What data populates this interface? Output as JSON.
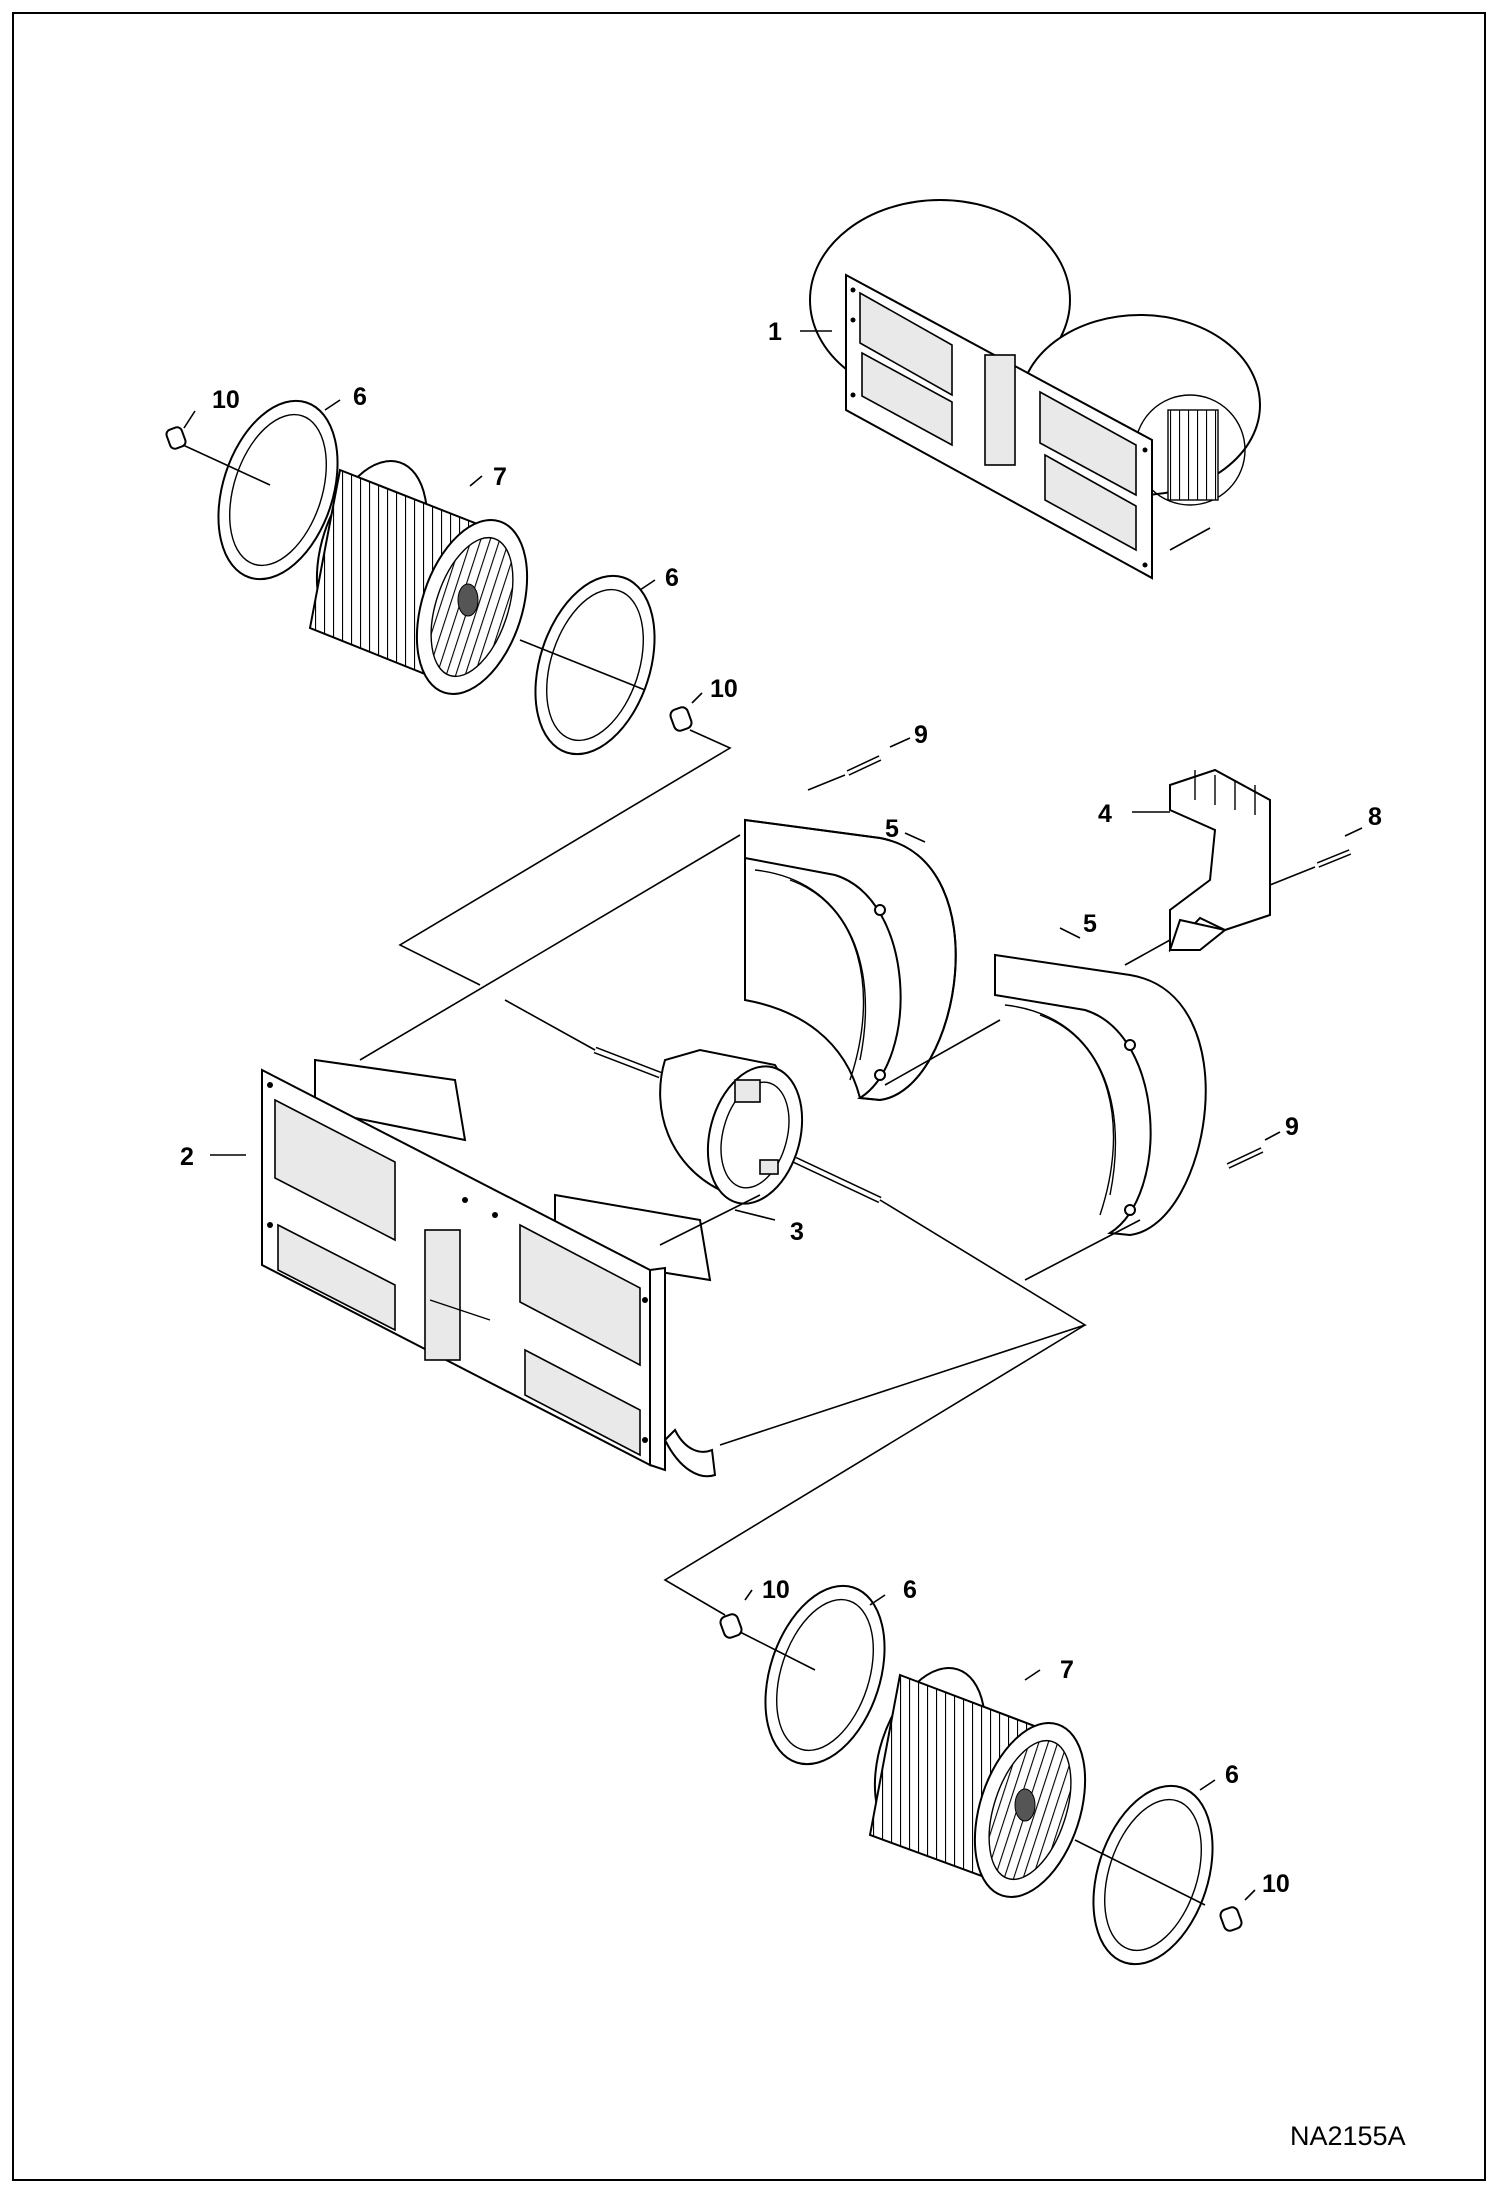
{
  "diagram": {
    "drawing_code": "NA2155A",
    "callouts": {
      "c1": "1",
      "c2": "2",
      "c3": "3",
      "c4": "4",
      "c5a": "5",
      "c5b": "5",
      "c6a": "6",
      "c6b": "6",
      "c6c": "6",
      "c6d": "6",
      "c7a": "7",
      "c7b": "7",
      "c8": "8",
      "c9a": "9",
      "c9b": "9",
      "c10a": "10",
      "c10b": "10",
      "c10c": "10",
      "c10d": "10"
    }
  }
}
